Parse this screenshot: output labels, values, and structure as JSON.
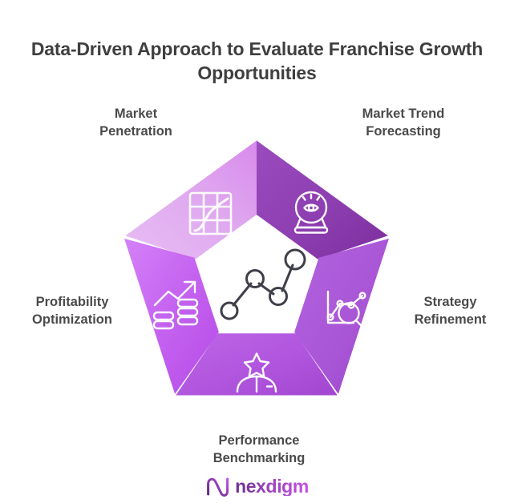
{
  "page": {
    "title": "Data-Driven Approach to Evaluate Franchise Growth Opportunities",
    "background_color": "#ffffff",
    "text_color": "#444444"
  },
  "diagram": {
    "type": "pentagon-segments",
    "center_icon": "network-nodes-icon",
    "center_icon_color": "#3f3f4a",
    "segments": [
      {
        "id": "market-penetration",
        "label": "Market\nPenetration",
        "position": "top-left",
        "icon": "grid-curve-chart-icon",
        "color": "#dfa8ef",
        "gradient_from": "#e9c2f5",
        "gradient_to": "#d98bec"
      },
      {
        "id": "market-trend-forecasting",
        "label": "Market Trend\nForecasting",
        "position": "top-right",
        "icon": "crystal-ball-eye-icon",
        "color": "#8e3fb0",
        "gradient_from": "#9d4fbf",
        "gradient_to": "#7e2f9f"
      },
      {
        "id": "strategy-refinement",
        "label": "Strategy\nRefinement",
        "position": "right",
        "icon": "chart-magnifier-icon",
        "color": "#a855d6",
        "gradient_from": "#b463df",
        "gradient_to": "#9a46c9"
      },
      {
        "id": "performance-benchmarking",
        "label": "Performance\nBenchmarking",
        "position": "bottom",
        "icon": "star-person-award-icon",
        "color": "#b055dd",
        "gradient_from": "#bf63e8",
        "gradient_to": "#a448d2"
      },
      {
        "id": "profitability-optimization",
        "label": "Profitability\nOptimization",
        "position": "left",
        "icon": "coins-growth-arrow-icon",
        "color": "#c462f0",
        "gradient_from": "#d27bf7",
        "gradient_to": "#b94ee8"
      }
    ]
  },
  "labels": {
    "market_penetration": "Market\nPenetration",
    "market_trend_forecasting": "Market Trend\nForecasting",
    "strategy_refinement": "Strategy\nRefinement",
    "performance_benchmarking": "Performance\nBenchmarking",
    "profitability_optimization": "Profitability\nOptimization"
  },
  "logo": {
    "name": "nexdigm",
    "mark": "nexdigm-n-mark-icon",
    "gradient_from": "#6d2f8f",
    "gradient_to": "#c64fe6"
  }
}
